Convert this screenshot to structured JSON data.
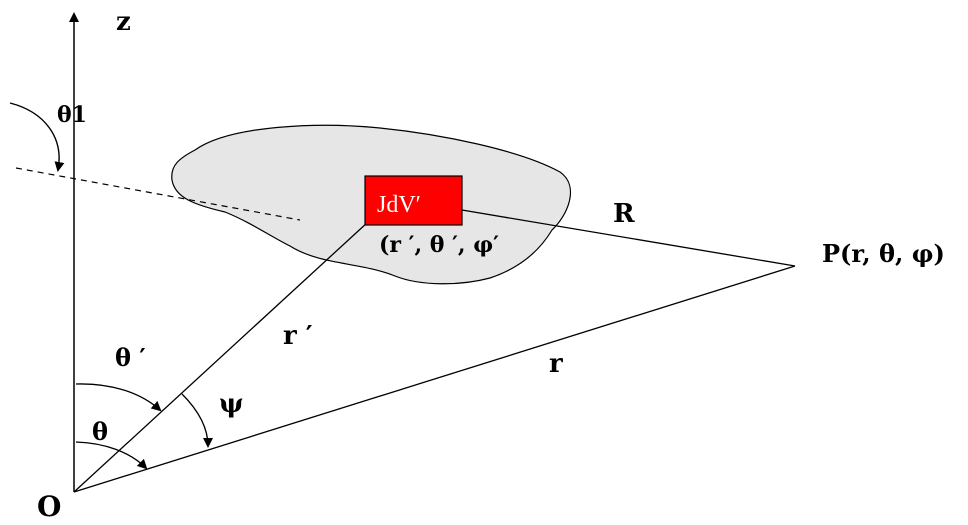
{
  "diagram": {
    "labels": {
      "z_axis": "z",
      "origin": "O",
      "theta1": "θ1",
      "point_p": "P(r, θ, φ)",
      "big_r": "R",
      "r_prime": "r ′",
      "r": "r",
      "theta_prime": "θ ′",
      "psi": "ψ",
      "theta": "θ",
      "source_coords": "(r ′, θ ′, φ′",
      "element": "JdV′"
    },
    "colors": {
      "element_fill": "#ff0000",
      "element_text": "#ffffff",
      "region_fill": "#e6e6e6",
      "line": "#000000"
    }
  }
}
